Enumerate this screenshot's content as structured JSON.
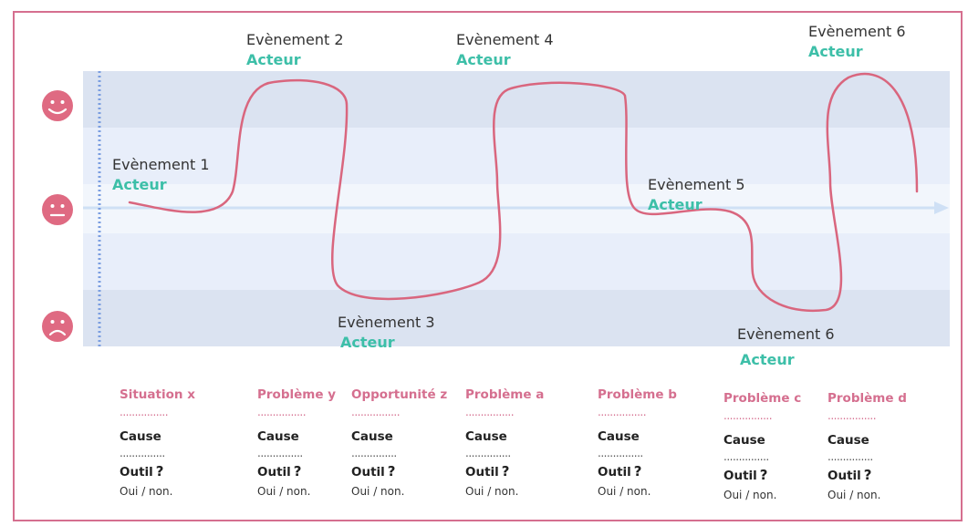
{
  "colors": {
    "border": "#d56f8f",
    "curve": "#d9667e",
    "actor": "#3dbfa8",
    "title": "#d56f8f",
    "band_dark": "#dbe3f1",
    "band_mid": "#e8eefa",
    "band_light": "#f2f6fc",
    "arrow": "#cfe0f5",
    "smiley": "#df6a82"
  },
  "smileys": [
    {
      "mood": "happy",
      "icon": "happy-face-icon"
    },
    {
      "mood": "neutral",
      "icon": "neutral-face-icon"
    },
    {
      "mood": "sad",
      "icon": "sad-face-icon"
    }
  ],
  "events": [
    {
      "name": "Evènement 1",
      "actor": "Acteur"
    },
    {
      "name": "Evènement 2",
      "actor": "Acteur"
    },
    {
      "name": "Evènement 3",
      "actor": "Acteur"
    },
    {
      "name": "Evènement 4",
      "actor": "Acteur"
    },
    {
      "name": "Evènement 5",
      "actor": "Acteur"
    },
    {
      "name": "Evènement 6",
      "actor": "Acteur"
    },
    {
      "name": "Evènement 6",
      "actor": "Acteur"
    }
  ],
  "columns": [
    {
      "title": "Situation x",
      "dots": "................",
      "cause": "Cause",
      "dots2": "...............",
      "tool": "Outil",
      "q": "?",
      "yn": "Oui / non."
    },
    {
      "title": "Problème y",
      "dots": "................",
      "cause": "Cause",
      "dots2": "...............",
      "tool": "Outil",
      "q": "?",
      "yn": "Oui / non."
    },
    {
      "title": "Opportunité z",
      "dots": "................",
      "cause": "Cause",
      "dots2": "...............",
      "tool": "Outil",
      "q": "?",
      "yn": "Oui / non."
    },
    {
      "title": "Problème a",
      "dots": "................",
      "cause": "Cause",
      "dots2": "...............",
      "tool": "Outil",
      "q": "?",
      "yn": "Oui / non."
    },
    {
      "title": "Problème b",
      "dots": "................",
      "cause": "Cause",
      "dots2": "...............",
      "tool": "Outil",
      "q": "?",
      "yn": "Oui / non."
    },
    {
      "title": "Problème c",
      "dots": "................",
      "cause": "Cause",
      "dots2": "...............",
      "tool": "Outil",
      "q": "?",
      "yn": "Oui / non."
    },
    {
      "title": "Problème d",
      "dots": "................",
      "cause": "Cause",
      "dots2": "...............",
      "tool": "Outil",
      "q": "?",
      "yn": "Oui / non."
    }
  ]
}
